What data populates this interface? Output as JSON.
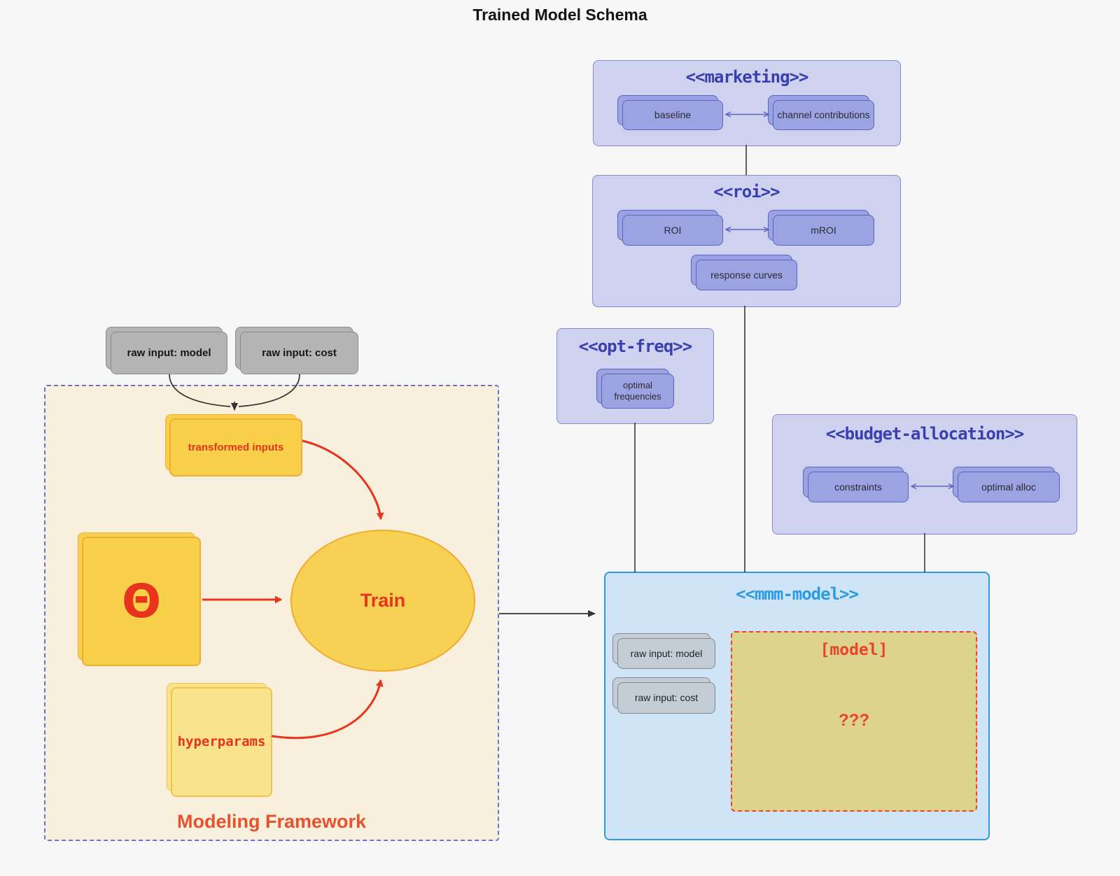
{
  "title": "Trained Model Schema",
  "colors": {
    "background": "#f7f7f8",
    "lavender_fill": "#ced2ef",
    "lavender_border": "#8489d4",
    "indigo_text": "#3a3fb0",
    "purple_node_fill": "#9ca3e2",
    "purple_node_border": "#5b62c0",
    "gray_node_fill": "#b4b4b4",
    "framework_fill": "#f8f0dc",
    "framework_border": "#6b74c9",
    "yellow_fill": "#f9d04a",
    "yellow_border": "#eead3b",
    "red_accent": "#e8341c",
    "mmm_fill": "#cfe4f6",
    "mmm_border": "#2b9ce2",
    "khaki_fill": "#ddd38f",
    "khaki_border": "#e8442a",
    "connector": "#444444"
  },
  "containers": {
    "marketing": {
      "title": "<<marketing>>",
      "nodes": [
        {
          "label": "baseline"
        },
        {
          "label": "channel contributions"
        }
      ]
    },
    "roi": {
      "title": "<<roi>>",
      "nodes": [
        {
          "label": "ROI"
        },
        {
          "label": "mROI"
        },
        {
          "label": "response curves"
        }
      ]
    },
    "opt_freq": {
      "title": "<<opt-freq>>",
      "nodes": [
        {
          "label": "optimal frequencies"
        }
      ]
    },
    "budget": {
      "title": "<<budget-allocation>>",
      "nodes": [
        {
          "label": "constraints"
        },
        {
          "label": "optimal alloc"
        }
      ]
    },
    "mmm": {
      "title": "<<mmm-model>>",
      "nodes": [
        {
          "label": "raw input: model"
        },
        {
          "label": "raw input: cost"
        }
      ],
      "model_box": {
        "title": "[model]",
        "body": "???"
      }
    }
  },
  "inputs": [
    {
      "label": "raw input: model"
    },
    {
      "label": "raw input: cost"
    }
  ],
  "framework": {
    "label": "Modeling Framework",
    "nodes": {
      "transformed": "transformed inputs",
      "theta": "Θ",
      "train": "Train",
      "hyperparams": "hyperparams"
    }
  }
}
